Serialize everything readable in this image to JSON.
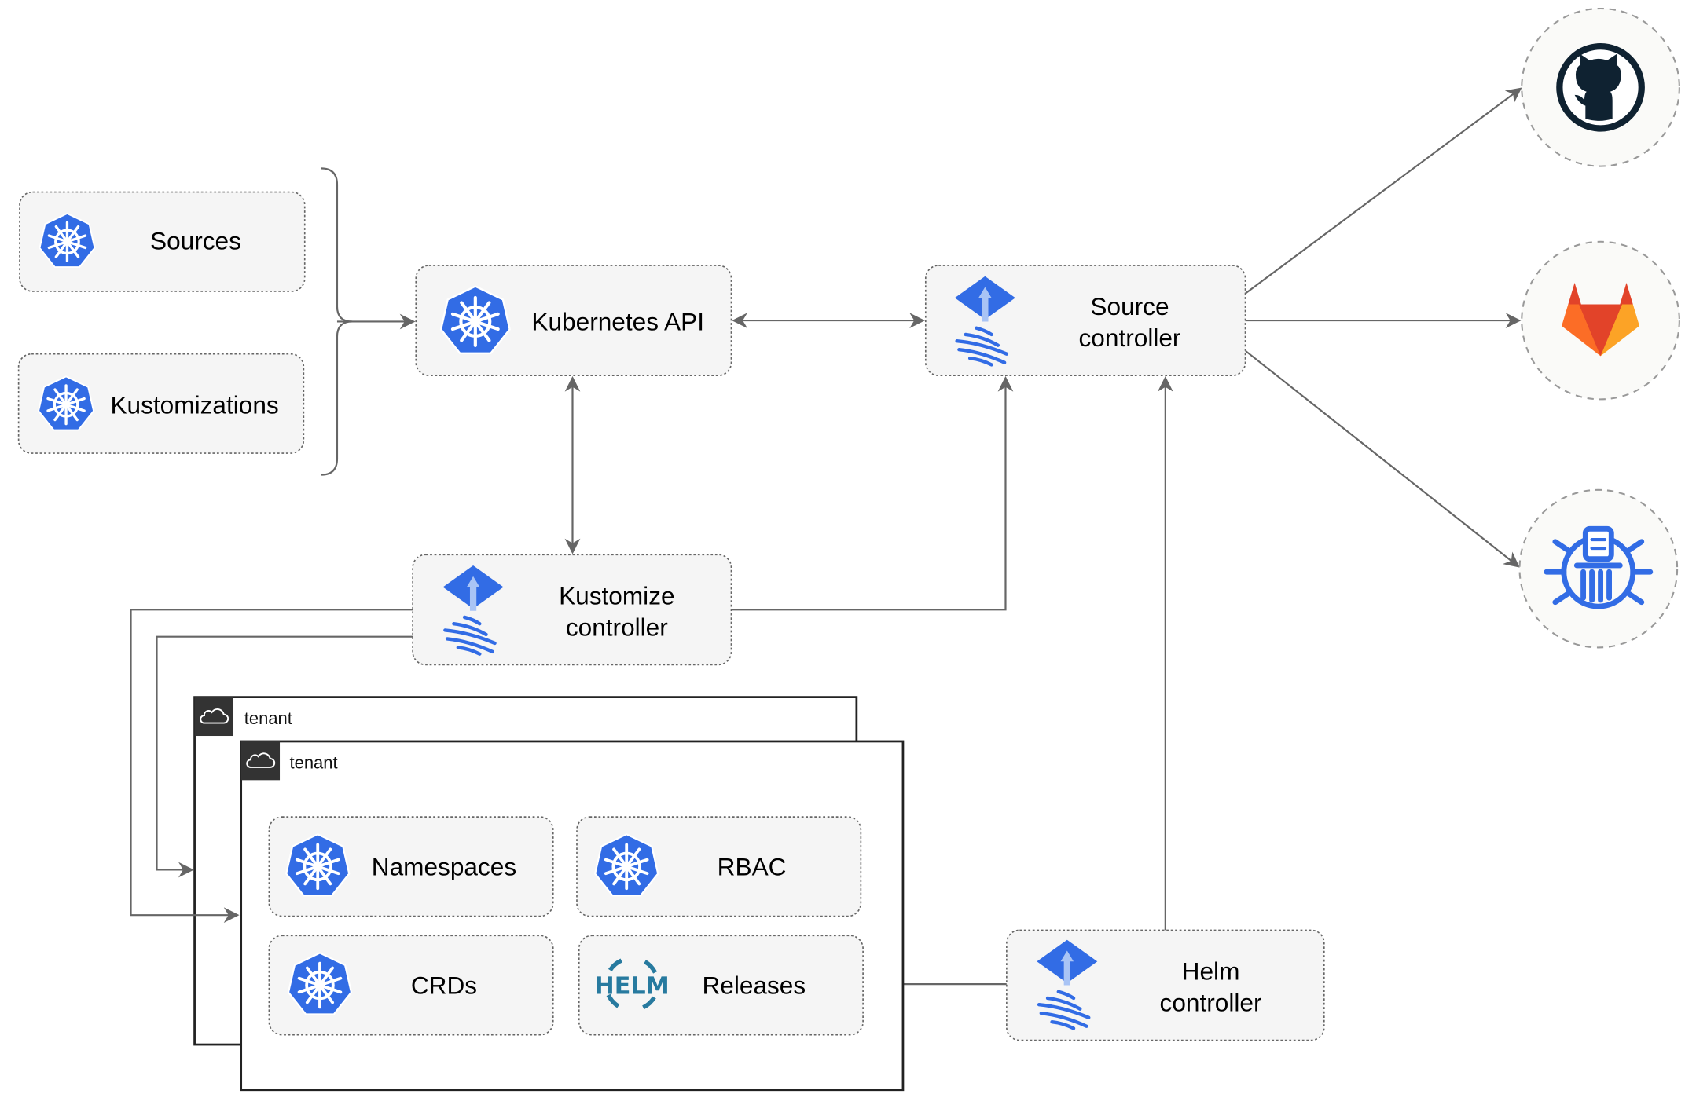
{
  "nodes": {
    "sources": {
      "label": "Sources",
      "icon": "kubernetes-icon"
    },
    "kustomizations": {
      "label": "Kustomizations",
      "icon": "kubernetes-icon"
    },
    "kubernetes_api": {
      "label": "Kubernetes API",
      "icon": "kubernetes-icon"
    },
    "source_controller": {
      "line1": "Source",
      "line2": "controller",
      "icon": "flux-icon"
    },
    "kustomize_controller": {
      "line1": "Kustomize",
      "line2": "controller",
      "icon": "flux-icon"
    },
    "helm_controller": {
      "line1": "Helm",
      "line2": "controller",
      "icon": "flux-icon"
    },
    "namespaces": {
      "label": "Namespaces",
      "icon": "kubernetes-icon"
    },
    "rbac": {
      "label": "RBAC",
      "icon": "kubernetes-icon"
    },
    "crds": {
      "label": "CRDs",
      "icon": "kubernetes-icon"
    },
    "releases": {
      "label": "Releases",
      "icon": "helm-icon",
      "icon_text": "HELM"
    }
  },
  "tenants": [
    {
      "label": "tenant"
    },
    {
      "label": "tenant"
    }
  ],
  "external": [
    {
      "icon": "github-icon"
    },
    {
      "icon": "gitlab-icon"
    },
    {
      "icon": "helm-repository-icon"
    }
  ],
  "colors": {
    "kubernetes": "#326ce5",
    "flux": "#326ce5",
    "helm": "#277a9f",
    "github": "#0f2231",
    "gitlab": "#e24329",
    "edge": "#666666"
  }
}
